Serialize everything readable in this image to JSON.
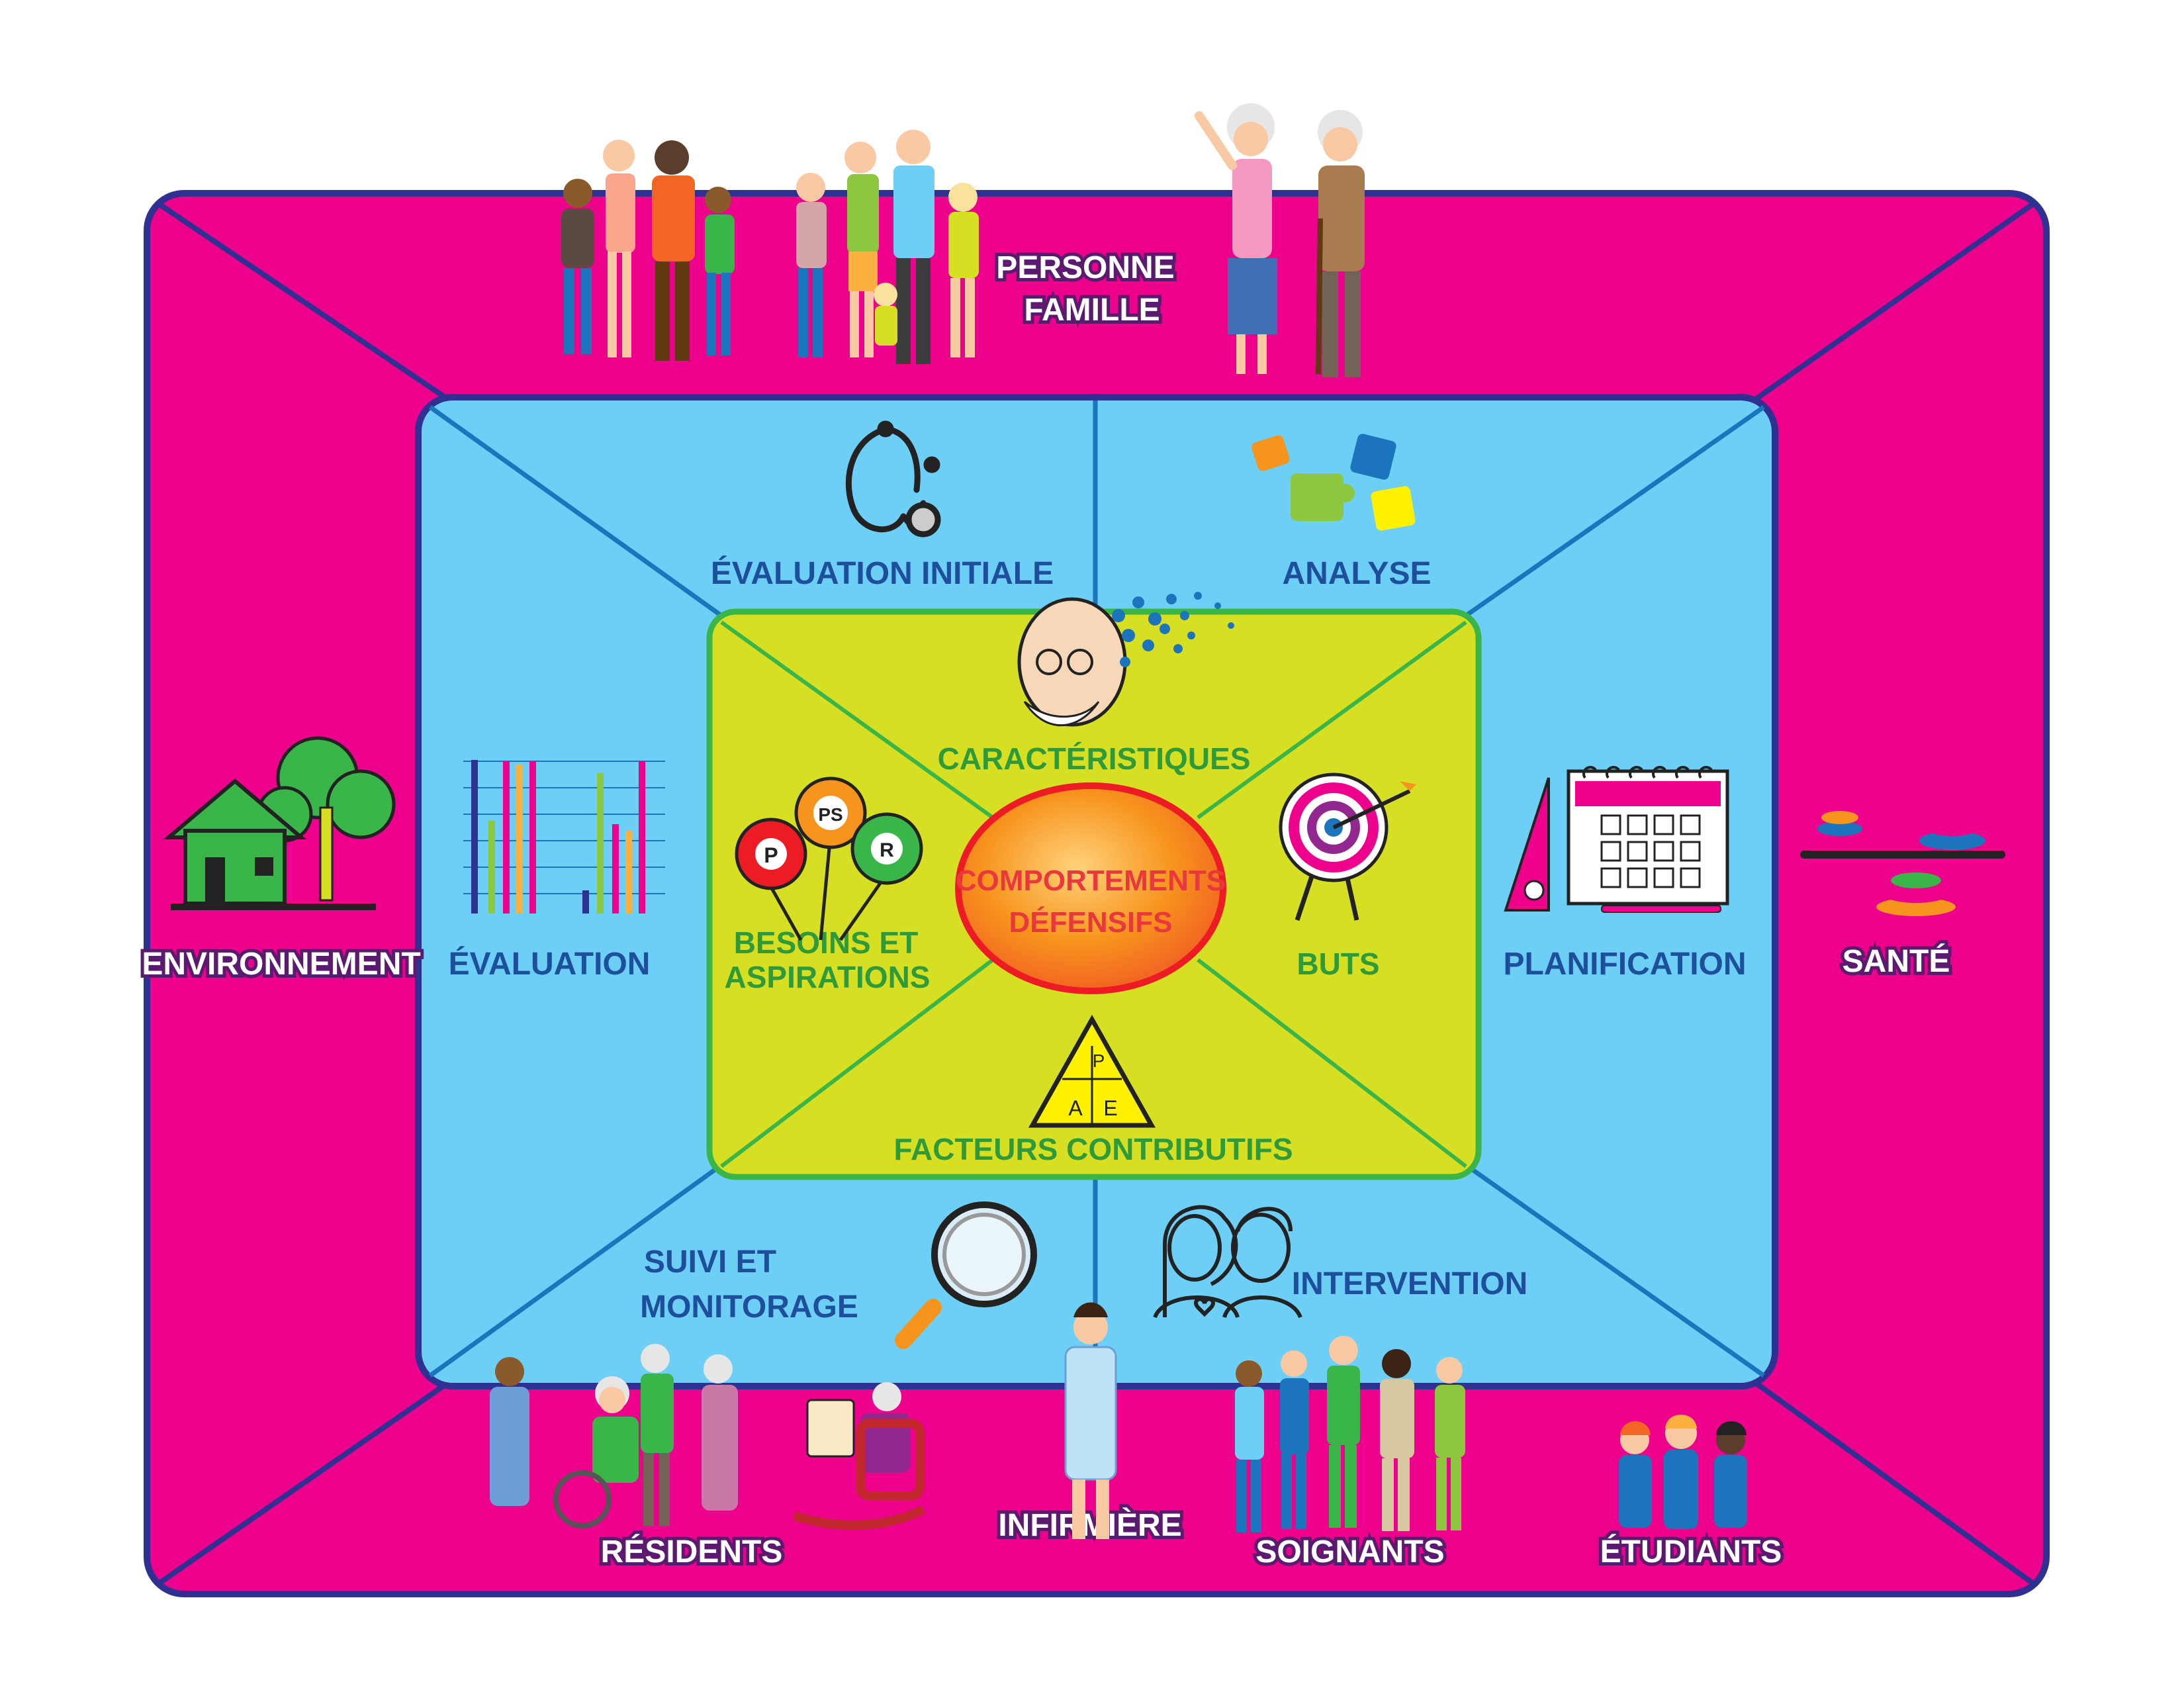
{
  "colors": {
    "outer_fill": "#ec008c",
    "outer_stroke": "#2e3192",
    "middle_fill": "#6dcff6",
    "middle_stroke": "#1c75bc",
    "inner_fill": "#d7df23",
    "inner_stroke": "#39b54a",
    "center_fill": "#f7941d",
    "center_stroke": "#ed1c24",
    "label_blue": "#1d4f9c",
    "label_green": "#2e9a3a",
    "label_red": "#e8383d"
  },
  "outer_ring": {
    "top_label_line1": "PERSONNE",
    "top_label_line2": "FAMILLE",
    "left_label": "ENVIRONNEMENT",
    "right_label": "SANTÉ",
    "bottom_labels": {
      "residents": "RÉSIDENTS",
      "nurse": "INFIRMIÈRE",
      "caregivers": "SOIGNANTS",
      "students": "ÉTUDIANTS"
    }
  },
  "middle_ring": {
    "initial_assessment": "ÉVALUATION INITIALE",
    "analysis": "ANALYSE",
    "evaluation": "ÉVALUATION",
    "planning": "PLANIFICATION",
    "followup_line1": "SUIVI ET",
    "followup_line2": "MONITORAGE",
    "intervention": "INTERVENTION"
  },
  "inner_ring": {
    "characteristics": "CARACTÉRISTIQUES",
    "needs_line1": "BESOINS ET",
    "needs_line2": "ASPIRATIONS",
    "goals": "BUTS",
    "contributing": "FACTEURS CONTRIBUTIFS"
  },
  "center": {
    "line1": "COMPORTEMENTS",
    "line2": "DÉFENSIFS"
  },
  "icon_text": {
    "badge_p": "P",
    "badge_ps": "PS",
    "badge_r": "R",
    "triangle_p": "P",
    "triangle_a": "A",
    "triangle_e": "E"
  },
  "icons": [
    "family-group-icon",
    "family-group-2-icon",
    "elderly-couple-icon",
    "stethoscope-icon",
    "puzzle-icon",
    "elderly-face-icon",
    "bar-chart-icon",
    "house-tree-icon",
    "speech-badges-icon",
    "target-icon",
    "calendar-icon",
    "balance-stones-icon",
    "triangle-pae-icon",
    "magnifier-icon",
    "two-faces-icon",
    "residents-icon",
    "nurse-icon",
    "caregivers-icon",
    "students-icon"
  ]
}
